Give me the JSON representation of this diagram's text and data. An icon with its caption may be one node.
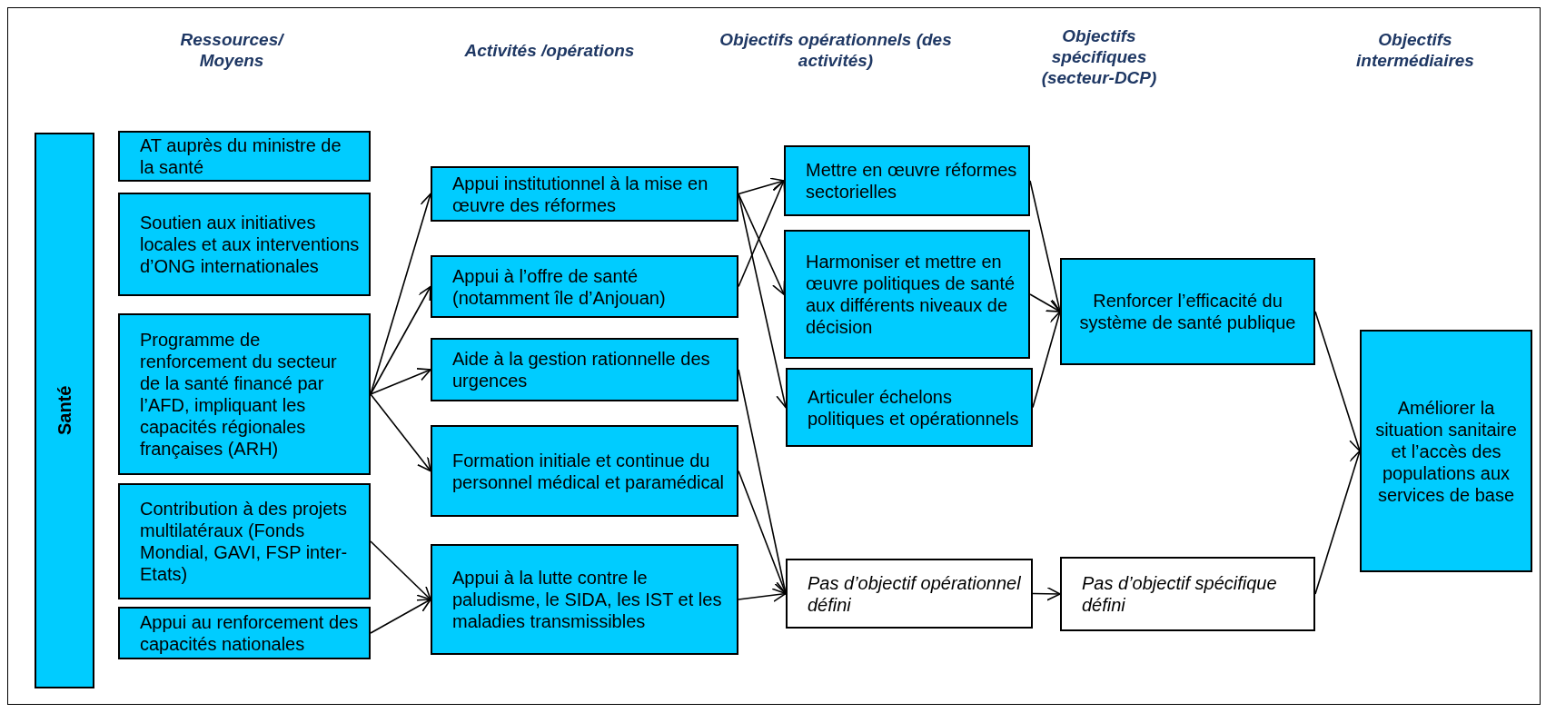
{
  "diagram": {
    "nodes": [
      {
        "text": [
          "Santé"
        ]
      },
      {
        "text": [
          "AT auprès du ministre de la santé"
        ]
      },
      {
        "text": [
          "Soutien aux initiatives locales et aux interventions d’ONG internationales"
        ]
      },
      {
        "text": [
          "Programme de renforcement du secteur de la santé financé par l’AFD, impliquant les capacités régionales françaises (ARH)"
        ]
      },
      {
        "text": [
          "Contribution à des projets multilatéraux (Fonds Mondial, GAVI, FSP inter-Etats)"
        ]
      },
      {
        "text": [
          "Appui au renforcement des capacités nationales"
        ]
      },
      {
        "text": [
          "Appui institutionnel à la mise en œuvre des réformes"
        ]
      },
      {
        "text": [
          "Appui à l’offre de santé (notamment île d’Anjouan)"
        ]
      },
      {
        "text": [
          "Aide à la gestion rationnelle des urgences"
        ]
      },
      {
        "text": [
          "Formation initiale et continue du personnel médical et paramédical"
        ]
      },
      {
        "text": [
          "Appui à la lutte contre le paludisme, le SIDA, les IST et les maladies transmissibles"
        ]
      },
      {
        "text": [
          "Mettre en œuvre réformes sectorielles"
        ]
      },
      {
        "text": [
          "Harmoniser et mettre en œuvre politiques de santé aux différents niveaux de décision"
        ]
      },
      {
        "text": [
          "Articuler échelons politiques et opérationnels"
        ]
      },
      {
        "text": [
          "Pas d’objectif opérationnel défini"
        ]
      },
      {
        "text": [
          "Renforcer l’efficacité du système de santé publique"
        ]
      },
      {
        "text": [
          "Pas d’objectif spécifique défini"
        ]
      },
      {
        "text": [
          "Améliorer la situation sanitaire et l’accès des populations aux services de base"
        ]
      }
    ],
    "edges": [
      {
        "from": 3,
        "to": 6,
        "arrow": "to"
      },
      {
        "from": 3,
        "to": 7,
        "arrow": "to"
      },
      {
        "from": 3,
        "to": 8,
        "arrow": "to"
      },
      {
        "from": 3,
        "to": 9,
        "arrow": "to"
      },
      {
        "from": 4,
        "to": 10,
        "arrow": "to"
      },
      {
        "from": 5,
        "to": 10,
        "arrow": "to"
      },
      {
        "from": 6,
        "to": 11,
        "arrow": "to"
      },
      {
        "from": 6,
        "to": 12,
        "arrow": "to"
      },
      {
        "from": 6,
        "to": 13,
        "arrow": "to"
      },
      {
        "from": 7,
        "to": 11,
        "arrow": "to"
      },
      {
        "from": 8,
        "to": 14,
        "arrow": "to"
      },
      {
        "from": 9,
        "to": 14,
        "arrow": "to"
      },
      {
        "from": 10,
        "to": 14,
        "arrow": "to"
      },
      {
        "from": 11,
        "to": 15,
        "arrow": "to"
      },
      {
        "from": 12,
        "to": 15,
        "arrow": "to"
      },
      {
        "from": 13,
        "to": 15,
        "arrow": "to"
      },
      {
        "from": 14,
        "to": 16,
        "arrow": "to"
      },
      {
        "from": 15,
        "to": 17,
        "arrow": "to"
      },
      {
        "from": 16,
        "to": 17,
        "arrow": "to"
      }
    ],
    "labels": [
      "Ressources/ Moyens",
      "Activités /opérations",
      "Objectifs opérationnels (des activités)",
      "Objectifs spécifiques (secteur-DCP)",
      "Objectifs intermédiaires"
    ]
  }
}
